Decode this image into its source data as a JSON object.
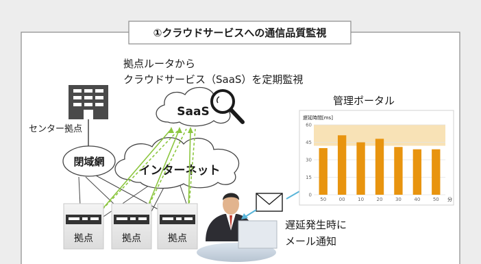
{
  "title": "①クラウドサービスへの通信品質監視",
  "caption": {
    "line1": "拠点ルータから",
    "line2": "クラウドサービス（SaaS）を定期監視"
  },
  "saas_label": "SaaS",
  "internet_label": "インターネット",
  "closed_network_label": "閉域網",
  "center_label": "センター拠点",
  "sites": [
    {
      "label": "拠点"
    },
    {
      "label": "拠点"
    },
    {
      "label": "拠点"
    }
  ],
  "portal": {
    "title": "管理ポータル",
    "chart_title": "遅延時間[ms]"
  },
  "alert": {
    "line1": "遅延発生時に",
    "line2": "メール通知"
  },
  "colors": {
    "bar": "#e8940f",
    "threshold_band": "#f8e2b6",
    "green_line": "#8cc63f",
    "alert_line": "#59b5d9"
  },
  "chart_data": {
    "type": "bar",
    "title": "遅延時間[ms]",
    "categories": [
      "50",
      "00",
      "10",
      "20",
      "30",
      "40",
      "50"
    ],
    "values": [
      40,
      51,
      45,
      48,
      41,
      39,
      39
    ],
    "ylim": [
      0,
      60
    ],
    "yticks": [
      0,
      15,
      30,
      45,
      60
    ],
    "x_unit": "分",
    "threshold_band": [
      42,
      60
    ],
    "grid": true
  }
}
